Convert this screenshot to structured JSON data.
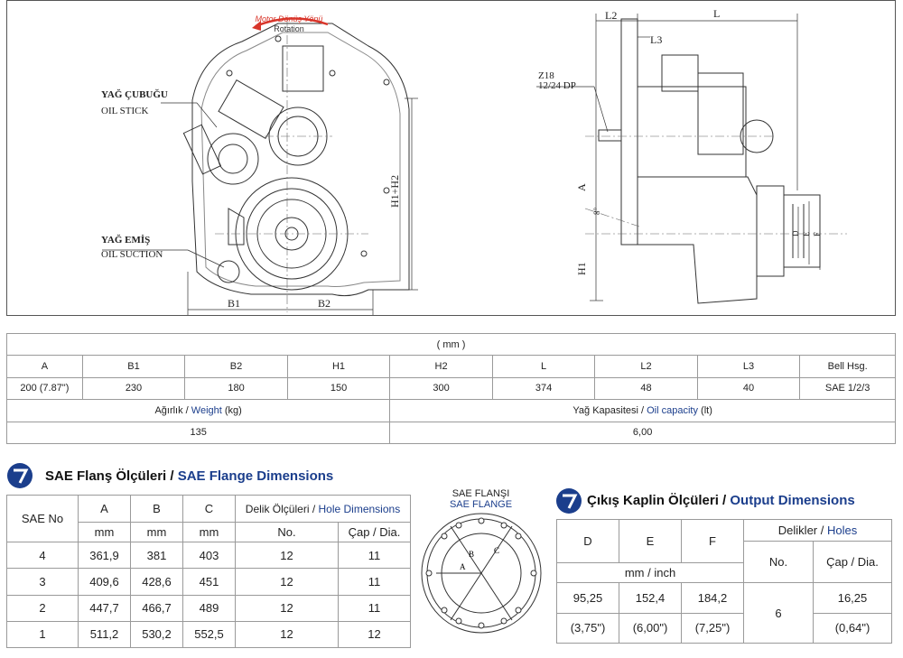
{
  "drawing": {
    "rotation_tr": "Motor Dönüş Yönü",
    "rotation_en": "Rotation",
    "oil_stick_tr": "YAĞ ÇUBUĞU",
    "oil_stick_en": "OIL STICK",
    "oil_suction_tr": "YAĞ EMİŞ",
    "oil_suction_en": "OIL SUCTION",
    "dim_b1": "B1",
    "dim_b2": "B2",
    "dim_h1h2": "H1+H2",
    "dim_h1": "H1",
    "dim_a": "A",
    "dim_l": "L",
    "dim_l2": "L2",
    "dim_l3": "L3",
    "spline_1": "Z18",
    "spline_2": "12/24 DP",
    "angle": "8°",
    "dim_d": "D",
    "dim_e": "E",
    "dim_f": "F"
  },
  "main_table": {
    "unit": "( mm )",
    "headers": [
      "A",
      "B1",
      "B2",
      "H1",
      "H2",
      "L",
      "L2",
      "L3",
      "Bell Hsg."
    ],
    "values": [
      "200 (7.87\")",
      "230",
      "180",
      "150",
      "300",
      "374",
      "48",
      "40",
      "SAE 1/2/3"
    ],
    "weight_label_tr": "Ağırlık / ",
    "weight_label_en": "Weight",
    "weight_unit": " (kg)",
    "weight_value": "135",
    "oil_label_tr": "Yağ Kapasitesi / ",
    "oil_label_en": "Oil capacity",
    "oil_unit": " (lt)",
    "oil_value": "6,00"
  },
  "sae_section": {
    "title_tr": "SAE Flanş Ölçüleri / ",
    "title_en": "SAE Flange Dimensions",
    "col_sae": "SAE No",
    "col_a": "A",
    "col_b": "B",
    "col_c": "C",
    "col_holes_tr": "Delik Ölçüleri / ",
    "col_holes_en": "Hole Dimensions",
    "unit_mm": "mm",
    "col_no": "No.",
    "col_dia": "Çap / Dia.",
    "rows": [
      [
        "4",
        "361,9",
        "381",
        "403",
        "12",
        "11"
      ],
      [
        "3",
        "409,6",
        "428,6",
        "451",
        "12",
        "11"
      ],
      [
        "2",
        "447,7",
        "466,7",
        "489",
        "12",
        "11"
      ],
      [
        "1",
        "511,2",
        "530,2",
        "552,5",
        "12",
        "12"
      ]
    ]
  },
  "flange_fig": {
    "label_tr": "SAE FLANŞI",
    "label_en": "SAE FLANGE",
    "a": "A",
    "b": "B",
    "c": "C"
  },
  "output_section": {
    "title_tr": "Çıkış Kaplin Ölçüleri / ",
    "title_en": "Output Dimensions",
    "col_d": "D",
    "col_e": "E",
    "col_f": "F",
    "col_holes_tr": "Delikler / ",
    "col_holes_en": "Holes",
    "unit": "mm / inch",
    "col_no": "No.",
    "col_dia": "Çap / Dia.",
    "mm_values": [
      "95,25",
      "152,4",
      "184,2"
    ],
    "inch_values": [
      "(3,75\")",
      "(6,00\")",
      "(7,25\")"
    ],
    "holes_no": "6",
    "holes_dia_mm": "16,25",
    "holes_dia_inch": "(0,64\")"
  },
  "colors": {
    "accent_blue": "#1b3e8c",
    "rotation_red": "#d8352a"
  }
}
